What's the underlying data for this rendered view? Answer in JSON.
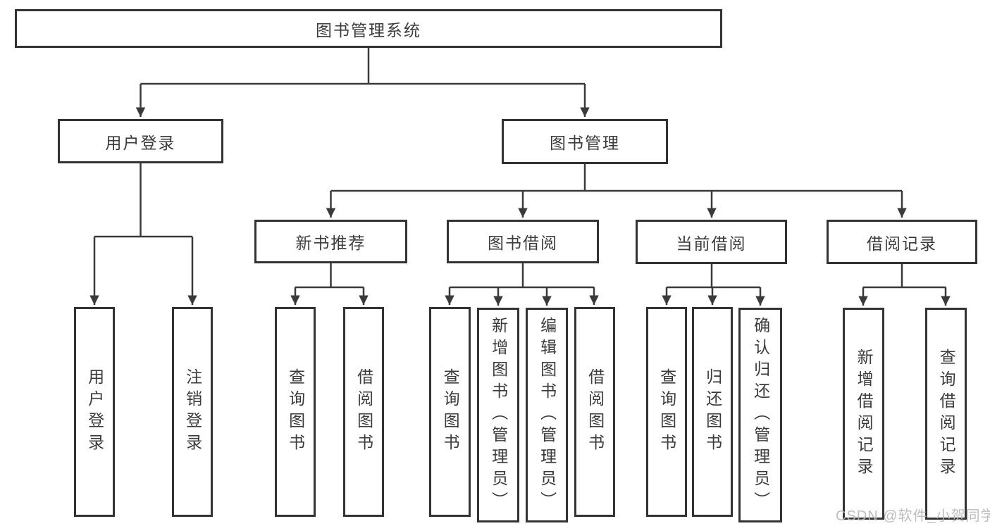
{
  "diagram": {
    "root_label": "图书管理系统",
    "level2": [
      {
        "label": "用户登录"
      },
      {
        "label": "图书管理"
      }
    ],
    "level3": [
      {
        "label": "新书推荐"
      },
      {
        "label": "图书借阅"
      },
      {
        "label": "当前借阅"
      },
      {
        "label": "借阅记录"
      }
    ],
    "leaves": {
      "user_login": [
        "用户登录",
        "注销登录"
      ],
      "new_books": [
        "查询图书",
        "借阅图书"
      ],
      "book_borrow": [
        "查询图书",
        "新增图书（管理员）",
        "编辑图书（管理员）",
        "借阅图书"
      ],
      "current_borrow": [
        "查询图书",
        "归还图书",
        "确认归还（管理员）"
      ],
      "borrow_records": [
        "新增借阅记录",
        "查询借阅记录"
      ]
    },
    "watermark": "CSDN @软件_小贺同学",
    "colors": {
      "line": "#3a3a3a",
      "box_border": "#333333",
      "text": "#3b3b3b",
      "watermark": "#b6b6b6",
      "background": "#ffffff"
    }
  }
}
